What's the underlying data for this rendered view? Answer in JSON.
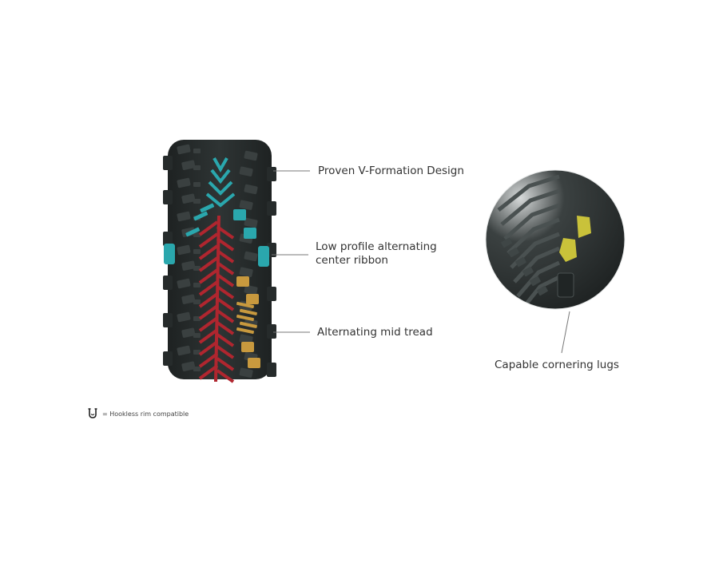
{
  "callouts": {
    "v_formation": "Proven V-Formation Design",
    "center_ribbon_line1": "Low profile alternating",
    "center_ribbon_line2": "center ribbon",
    "mid_tread": "Alternating mid tread",
    "cornering_lugs": "Capable cornering lugs"
  },
  "footnote": {
    "text": "= Hookless rim compatible",
    "icon": "hookless-rim-icon"
  },
  "colors": {
    "tire": "#262b2b",
    "tire_knob": "#3a4040",
    "v_formation": "#2aa7ad",
    "center_ribbon": "#b0262f",
    "mid_tread": "#c8993e",
    "cornering_lugs": "#c9c23a",
    "leader_line": "#777777"
  }
}
